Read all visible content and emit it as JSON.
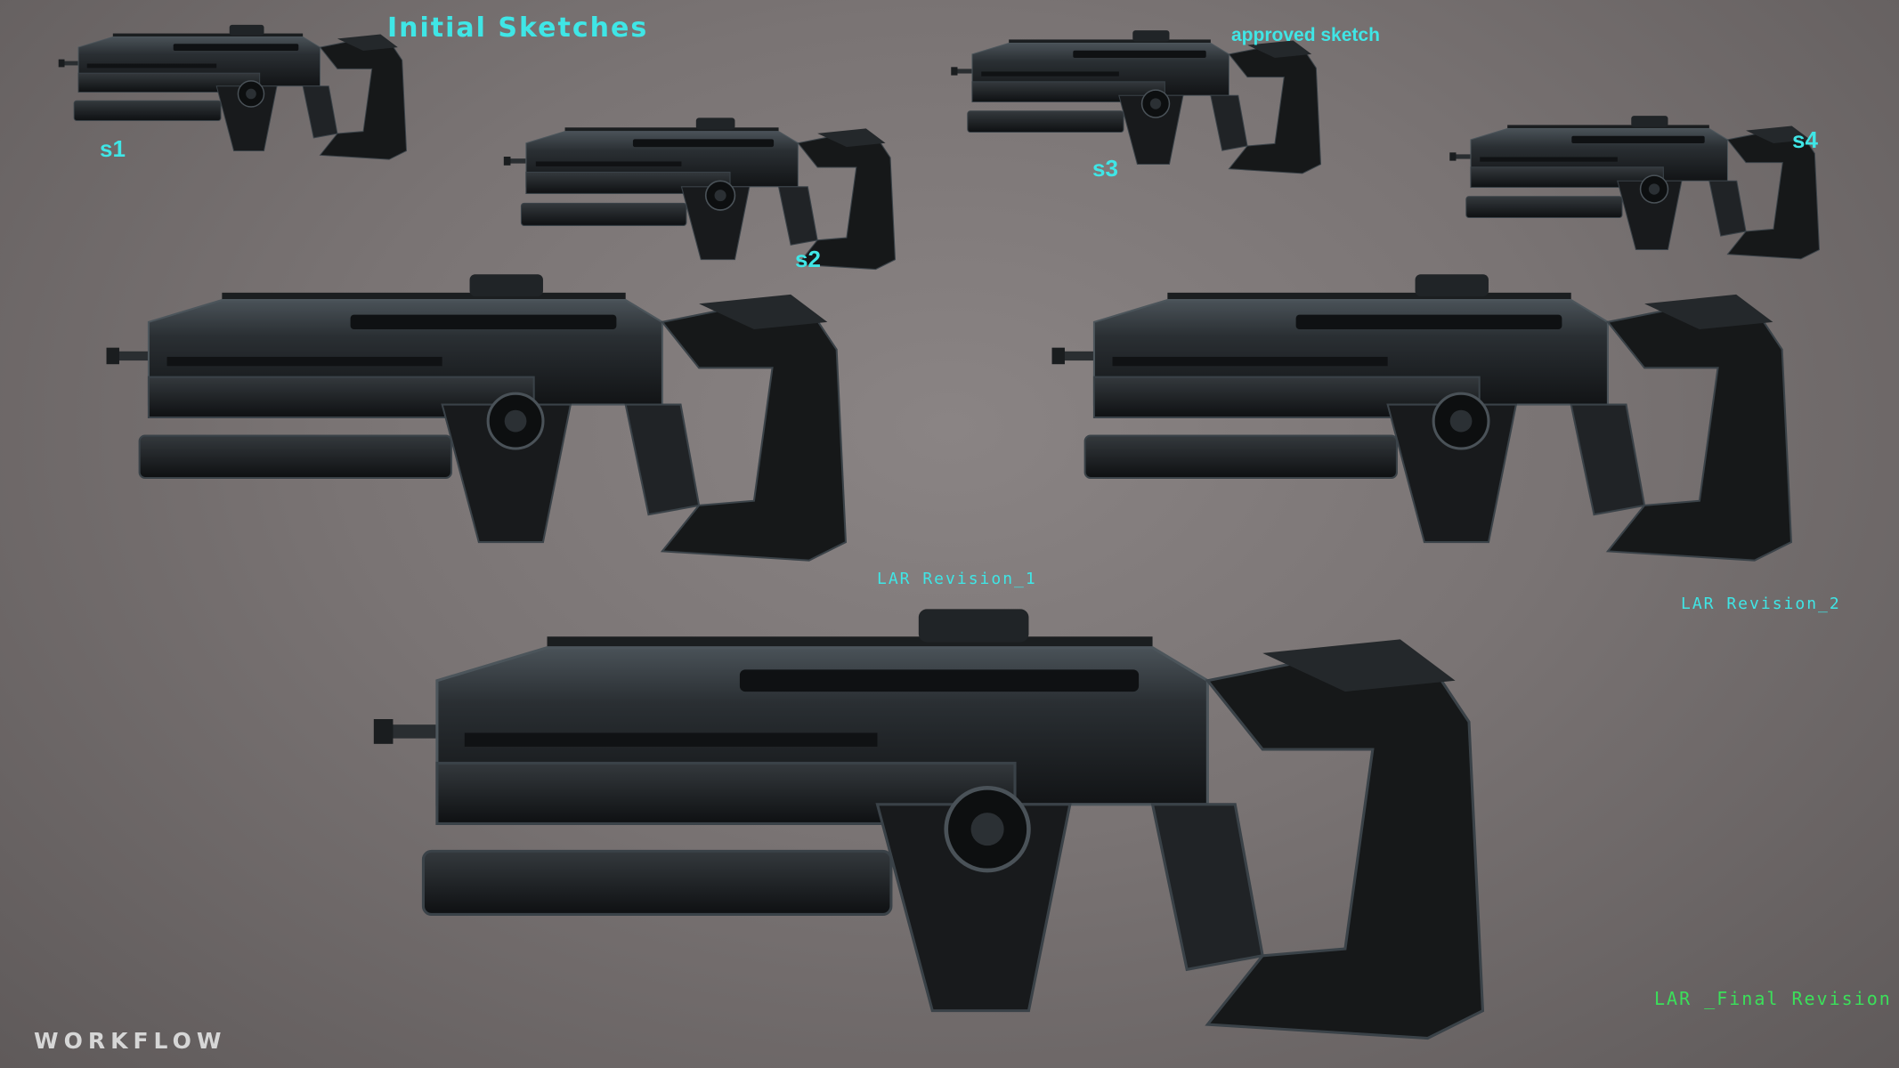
{
  "header": {
    "title": "Initial Sketches",
    "approved_note": "approved sketch"
  },
  "sketches": [
    {
      "label": "s1"
    },
    {
      "label": "s2"
    },
    {
      "label": "s3"
    },
    {
      "label": "s4"
    }
  ],
  "revisions": {
    "rev1": "LAR Revision_1",
    "rev2": "LAR Revision_2",
    "final": "LAR _Final Revision"
  },
  "footer": {
    "watermark": "WORKFLOW"
  },
  "colors": {
    "label_cyan": "#3fe6e6",
    "label_green": "#3be05a",
    "gun_body": "#1c1f22",
    "gun_edge": "#3a4248"
  }
}
